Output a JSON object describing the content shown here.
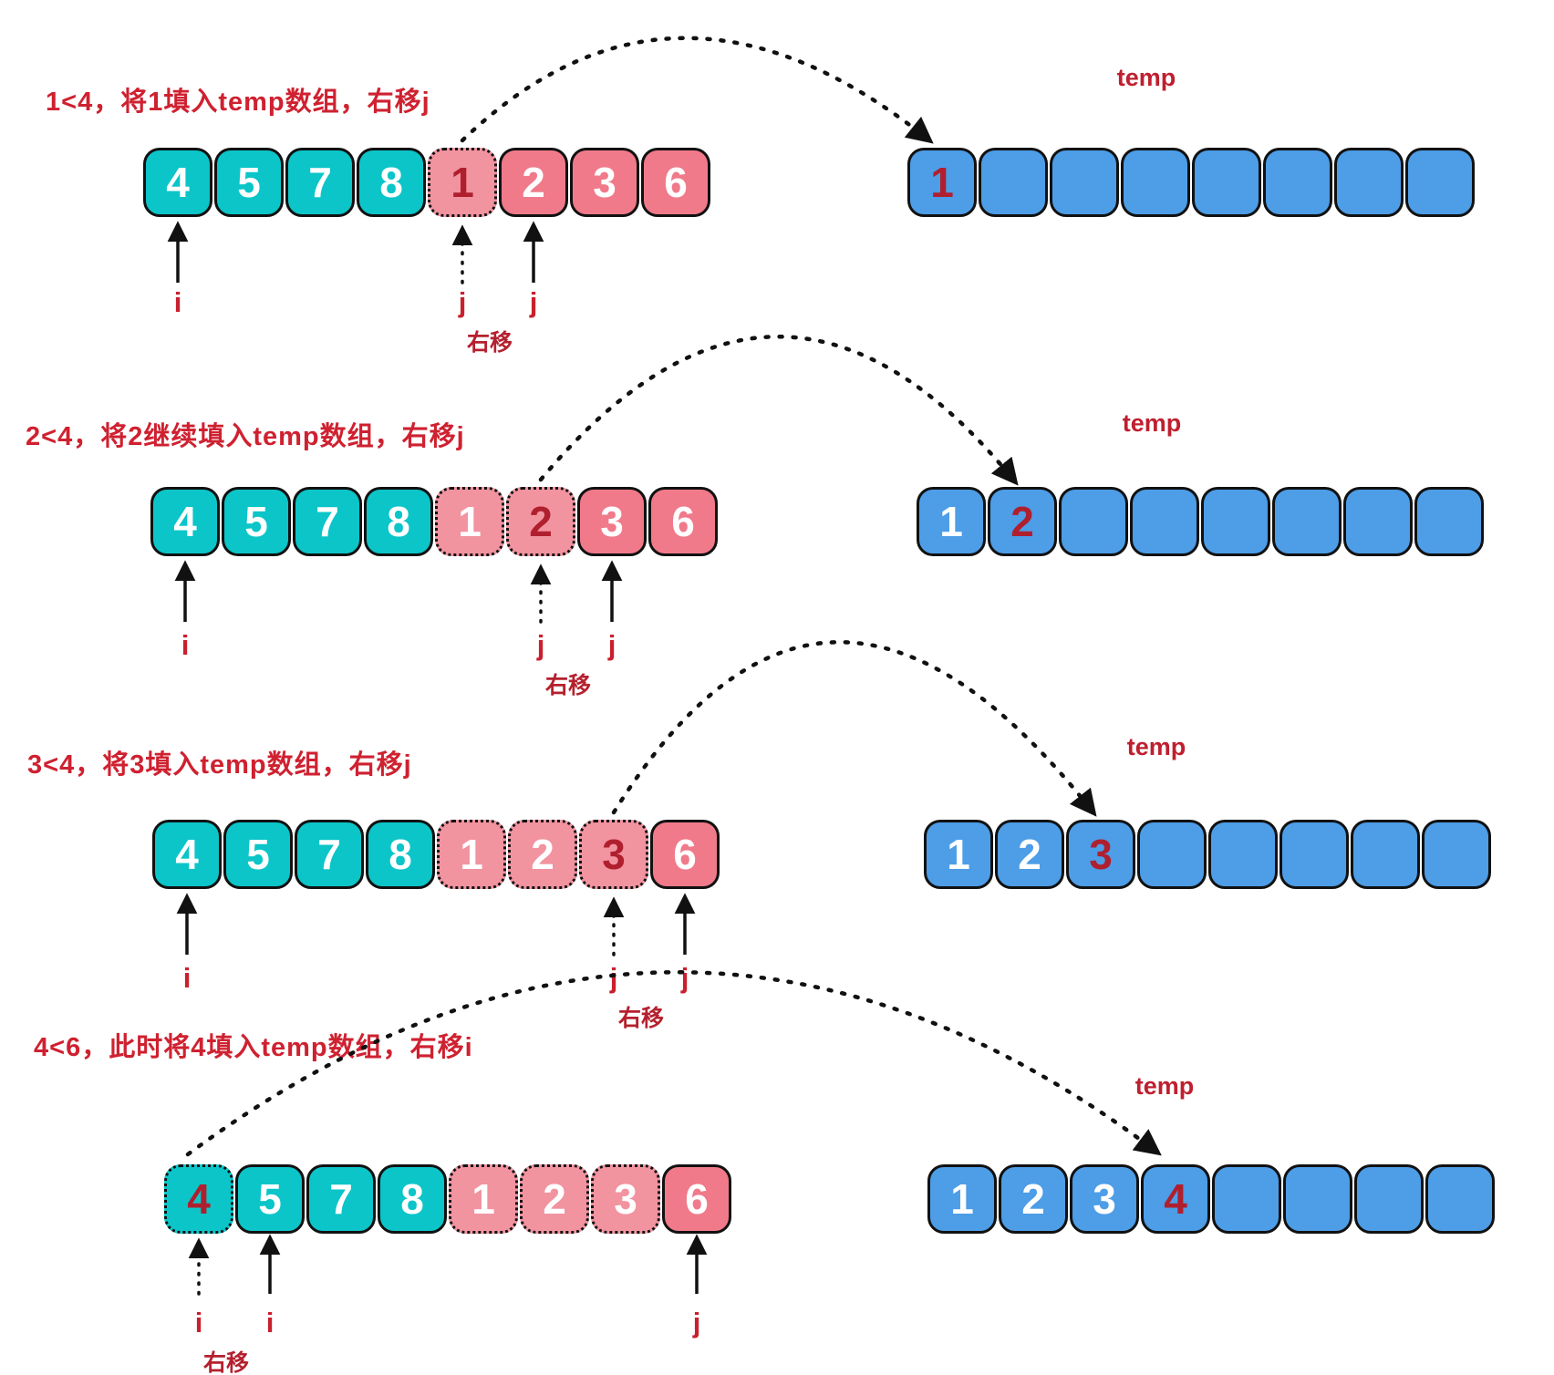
{
  "colors": {
    "teal_cell": "#0bc5c8",
    "pink_cell": "#f07a8a",
    "pink_dashed_cell": "#f293a0",
    "blue_cell": "#4d9de7",
    "caption_red": "#cf2130",
    "highlight_number_red": "#b01f2e",
    "outline_black": "#111111"
  },
  "rows": [
    {
      "caption": "1<4，将1填入temp数组，右移j",
      "temp_label": "temp",
      "shift_label": "右移",
      "left_cells": [
        {
          "value": "4",
          "style": "teal"
        },
        {
          "value": "5",
          "style": "teal"
        },
        {
          "value": "7",
          "style": "teal"
        },
        {
          "value": "8",
          "style": "teal"
        },
        {
          "value": "1",
          "style": "pink-dashed",
          "highlight": true
        },
        {
          "value": "2",
          "style": "pink"
        },
        {
          "value": "3",
          "style": "pink"
        },
        {
          "value": "6",
          "style": "pink"
        }
      ],
      "temp_cells": [
        {
          "value": "1",
          "highlight": true
        },
        {
          "value": ""
        },
        {
          "value": ""
        },
        {
          "value": ""
        },
        {
          "value": ""
        },
        {
          "value": ""
        },
        {
          "value": ""
        },
        {
          "value": ""
        }
      ],
      "pointers": [
        {
          "label": "i",
          "arrow": "solid",
          "cell_index": 0
        },
        {
          "label": "j",
          "arrow": "dotted",
          "cell_index": 4
        },
        {
          "label": "j",
          "arrow": "solid",
          "cell_index": 5
        }
      ]
    },
    {
      "caption": "2<4，将2继续填入temp数组，右移j",
      "temp_label": "temp",
      "shift_label": "右移",
      "left_cells": [
        {
          "value": "4",
          "style": "teal"
        },
        {
          "value": "5",
          "style": "teal"
        },
        {
          "value": "7",
          "style": "teal"
        },
        {
          "value": "8",
          "style": "teal"
        },
        {
          "value": "1",
          "style": "pink-dashed"
        },
        {
          "value": "2",
          "style": "pink-dashed",
          "highlight": true
        },
        {
          "value": "3",
          "style": "pink"
        },
        {
          "value": "6",
          "style": "pink"
        }
      ],
      "temp_cells": [
        {
          "value": "1"
        },
        {
          "value": "2",
          "highlight": true
        },
        {
          "value": ""
        },
        {
          "value": ""
        },
        {
          "value": ""
        },
        {
          "value": ""
        },
        {
          "value": ""
        },
        {
          "value": ""
        }
      ],
      "pointers": [
        {
          "label": "i",
          "arrow": "solid",
          "cell_index": 0
        },
        {
          "label": "j",
          "arrow": "dotted",
          "cell_index": 5
        },
        {
          "label": "j",
          "arrow": "solid",
          "cell_index": 6
        }
      ]
    },
    {
      "caption": "3<4，将3填入temp数组，右移j",
      "temp_label": "temp",
      "shift_label": "右移",
      "left_cells": [
        {
          "value": "4",
          "style": "teal"
        },
        {
          "value": "5",
          "style": "teal"
        },
        {
          "value": "7",
          "style": "teal"
        },
        {
          "value": "8",
          "style": "teal"
        },
        {
          "value": "1",
          "style": "pink-dashed"
        },
        {
          "value": "2",
          "style": "pink-dashed"
        },
        {
          "value": "3",
          "style": "pink-dashed",
          "highlight": true
        },
        {
          "value": "6",
          "style": "pink"
        }
      ],
      "temp_cells": [
        {
          "value": "1"
        },
        {
          "value": "2"
        },
        {
          "value": "3",
          "highlight": true
        },
        {
          "value": ""
        },
        {
          "value": ""
        },
        {
          "value": ""
        },
        {
          "value": ""
        },
        {
          "value": ""
        }
      ],
      "pointers": [
        {
          "label": "i",
          "arrow": "solid",
          "cell_index": 0
        },
        {
          "label": "j",
          "arrow": "dotted",
          "cell_index": 6
        },
        {
          "label": "j",
          "arrow": "solid",
          "cell_index": 7
        }
      ]
    },
    {
      "caption": "4<6，此时将4填入temp数组，右移i",
      "temp_label": "temp",
      "shift_label": "右移",
      "left_cells": [
        {
          "value": "4",
          "style": "teal-dashed",
          "highlight": true
        },
        {
          "value": "5",
          "style": "teal"
        },
        {
          "value": "7",
          "style": "teal"
        },
        {
          "value": "8",
          "style": "teal"
        },
        {
          "value": "1",
          "style": "pink-dashed"
        },
        {
          "value": "2",
          "style": "pink-dashed"
        },
        {
          "value": "3",
          "style": "pink-dashed"
        },
        {
          "value": "6",
          "style": "pink"
        }
      ],
      "temp_cells": [
        {
          "value": "1"
        },
        {
          "value": "2"
        },
        {
          "value": "3"
        },
        {
          "value": "4",
          "highlight": true
        },
        {
          "value": ""
        },
        {
          "value": ""
        },
        {
          "value": ""
        },
        {
          "value": ""
        }
      ],
      "pointers": [
        {
          "label": "i",
          "arrow": "dotted",
          "cell_index": 0
        },
        {
          "label": "i",
          "arrow": "solid",
          "cell_index": 1
        },
        {
          "label": "j",
          "arrow": "solid",
          "cell_index": 7
        }
      ]
    }
  ]
}
